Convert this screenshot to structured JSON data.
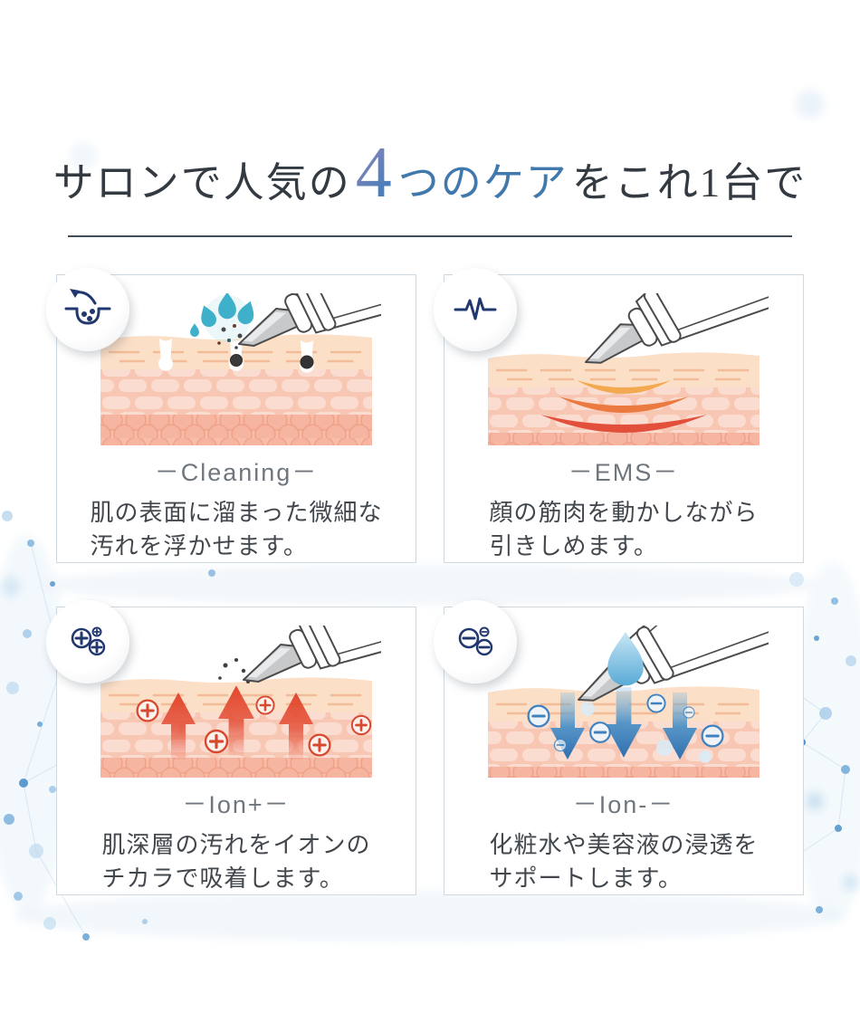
{
  "header": {
    "title_prefix": "サロンで人気の",
    "title_number": "4",
    "title_highlight": "つのケア",
    "title_suffix": "をこれ1台で",
    "colors": {
      "text": "#333a42",
      "number_gradient_start": "#9187b8",
      "number_gradient_end": "#3f7cb8",
      "highlight": "#4179ad",
      "divider": "#414c57"
    }
  },
  "panels": [
    {
      "id": "cleaning",
      "icon": "pore-cleaning-icon",
      "label": "－Cleaning－",
      "description_line1": "肌の表面に溜まった微細な",
      "description_line2": "汚れを浮かせます。"
    },
    {
      "id": "ems",
      "icon": "ems-pulse-icon",
      "label": "－EMS－",
      "description_line1": "顔の筋肉を動かしながら",
      "description_line2": "引きしめます。"
    },
    {
      "id": "ion-plus",
      "icon": "positive-ion-icon",
      "label": "－Ion+－",
      "description_line1": "肌深層の汚れをイオンの",
      "description_line2": "チカラで吸着します。"
    },
    {
      "id": "ion-minus",
      "icon": "negative-ion-icon",
      "label": "－Ion-－",
      "description_line1": "化粧水や美容液の浸透を",
      "description_line2": "サポートします。"
    }
  ],
  "illustration_colors": {
    "skin_surface": "#fcdfc7",
    "skin_cells": "#fbdcd1",
    "skin_deep": "#f7bda9",
    "cleaning_droplet": "#3fb0c9",
    "ems_waves": [
      "#f3a94f",
      "#eb7a41",
      "#e2503c"
    ],
    "ion_plus_accent": "#d6492f",
    "ion_minus_accent": "#3f82bf",
    "badge_icon": "#21386e"
  },
  "background": {
    "dot_color": "#4a90cf",
    "wash_color": "#dceaf5"
  }
}
